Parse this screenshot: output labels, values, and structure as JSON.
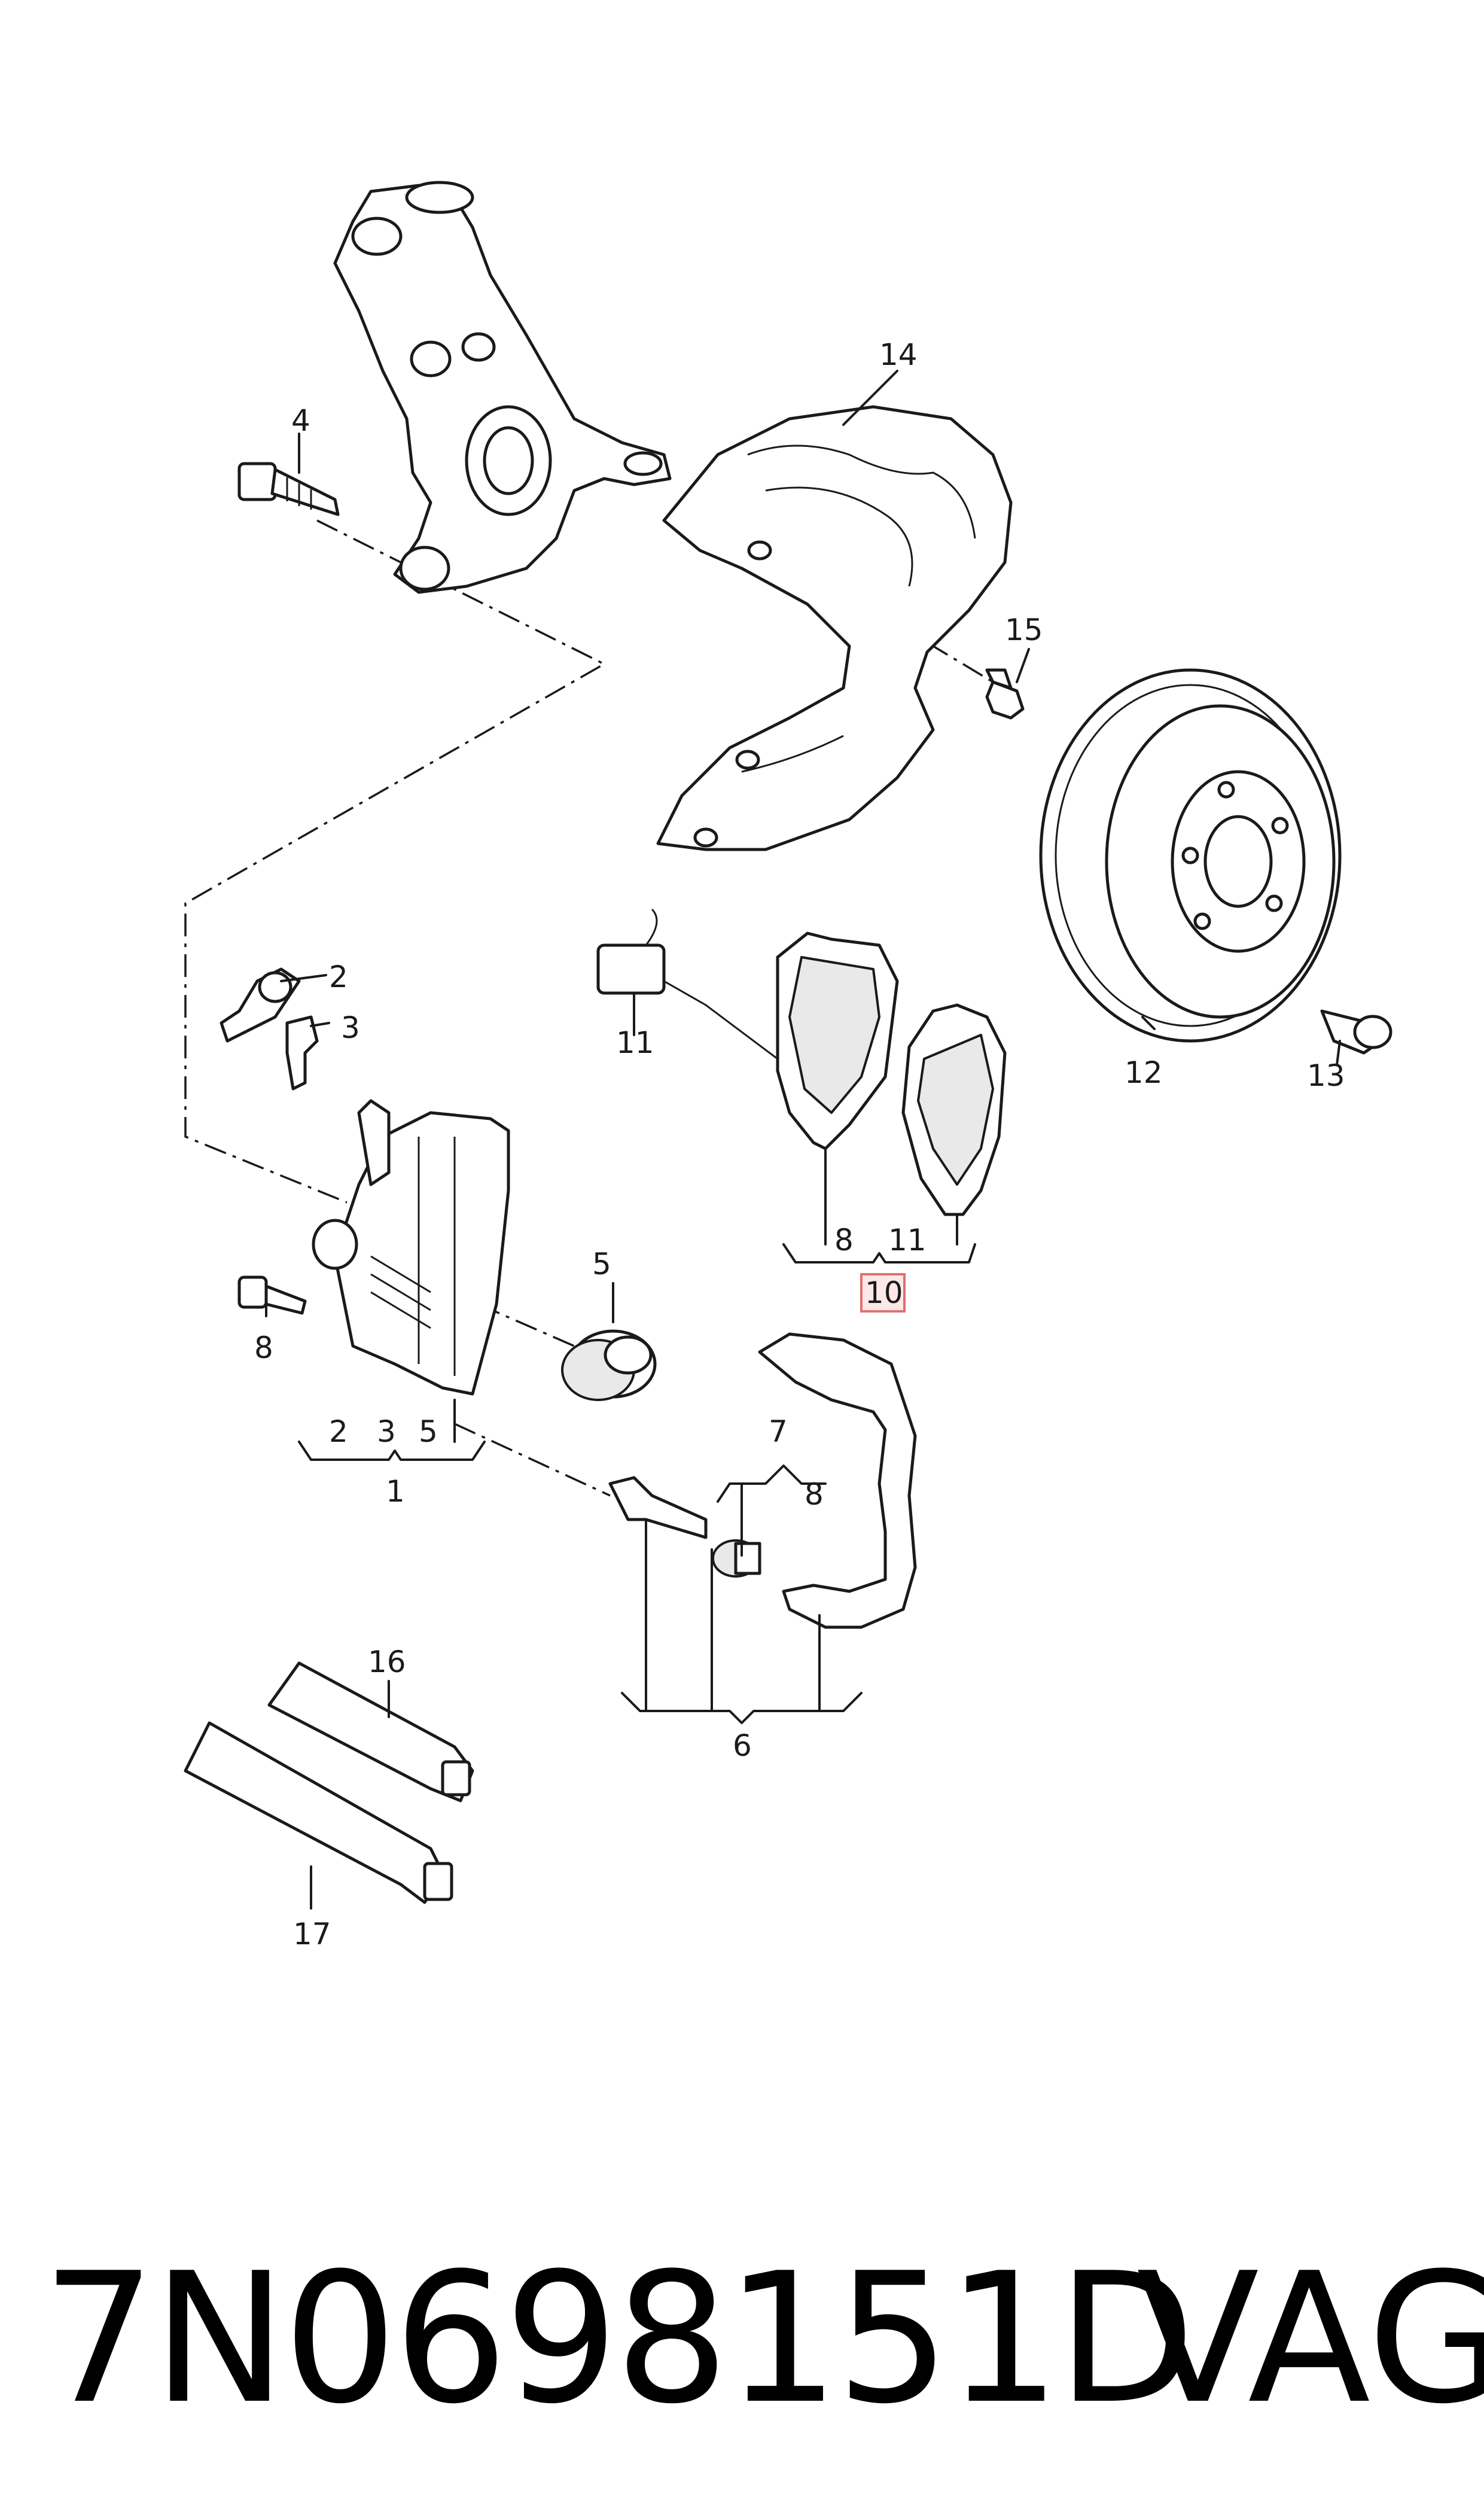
{
  "callouts": {
    "c1": "1",
    "c2a": "2",
    "c2b": "2",
    "c3a": "3",
    "c3b": "3",
    "c4": "4",
    "c5a": "5",
    "c5b": "5",
    "c6": "6",
    "c7": "7",
    "c8a": "8",
    "c8b": "8",
    "c8c": "8",
    "c10": "10",
    "c11a": "11",
    "c11b": "11",
    "c12": "12",
    "c13": "13",
    "c14": "14",
    "c15": "15",
    "c16": "16",
    "c17": "17"
  },
  "highlight": {
    "color": "#e07070",
    "fill": "#fde8e8",
    "callout": "10"
  },
  "footer": {
    "part_number": "7N0698151D",
    "brand": "VAG"
  }
}
